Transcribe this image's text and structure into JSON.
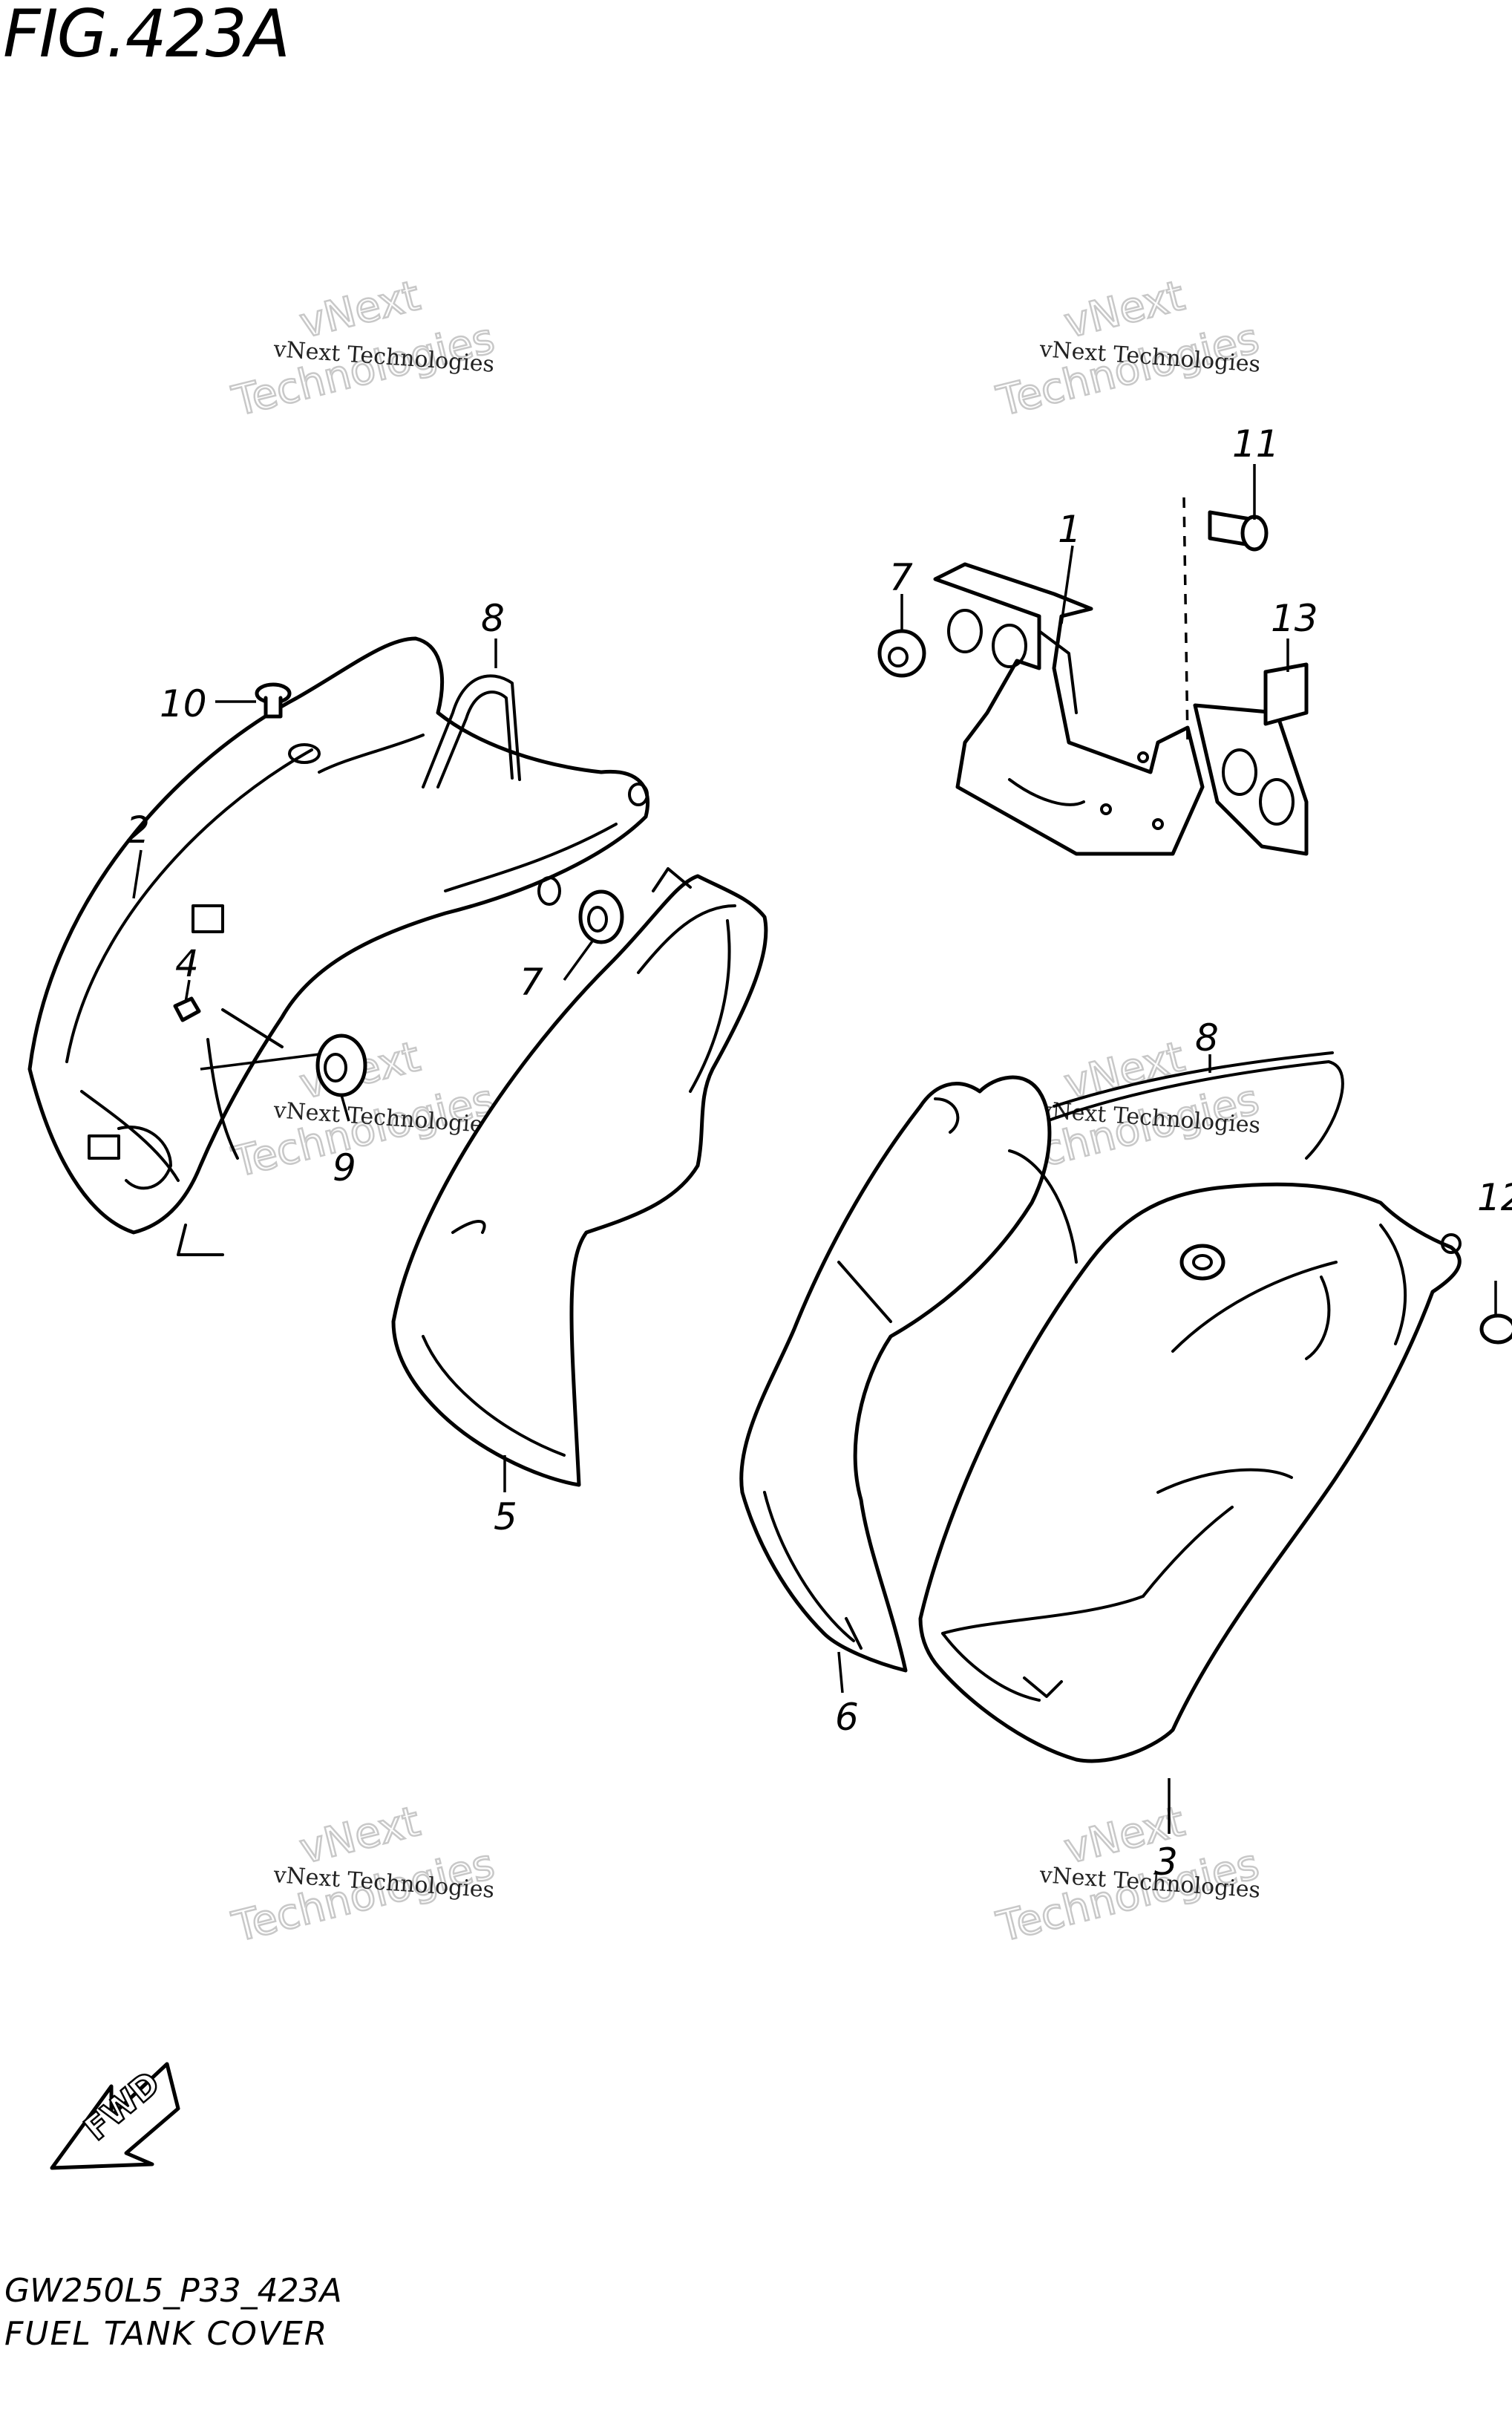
{
  "figure": {
    "title": "FIG.423A",
    "diagram_code": "GW250L5_P33_423A",
    "diagram_name": "FUEL TANK COVER"
  },
  "watermark": {
    "line_small": "vNext Technologies",
    "line_big_1": "vNext",
    "line_big_2": "Technologies"
  },
  "direction_indicator": "FWD",
  "callouts": [
    "1",
    "2",
    "3",
    "4",
    "5",
    "6",
    "7",
    "7",
    "8",
    "8",
    "9",
    "10",
    "11",
    "12",
    "13"
  ]
}
